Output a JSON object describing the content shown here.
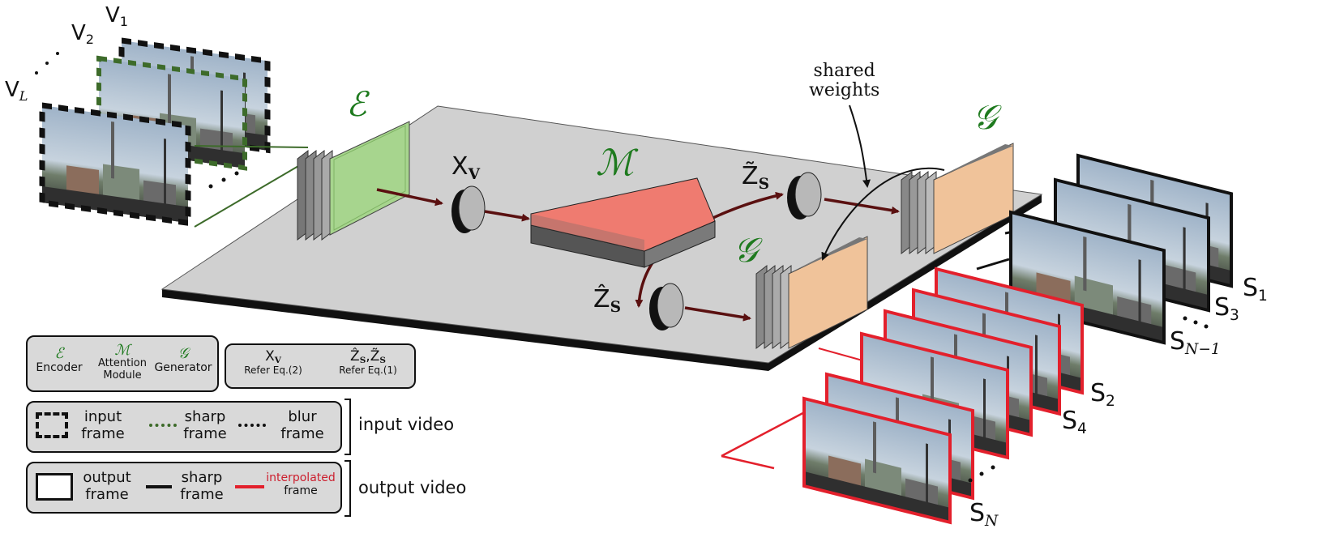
{
  "input_labels": {
    "v1": "V",
    "v1_sub": "1",
    "v2": "V",
    "v2_sub": "2",
    "vl": "V",
    "vl_sub": "L"
  },
  "modules": {
    "encoder_symbol": "ℰ",
    "attention_symbol": "ℳ",
    "generator_symbol": "𝒢"
  },
  "variables": {
    "xv": "X",
    "xv_sub": "V",
    "z_tilde": "Z̃",
    "z_tilde_sub": "S",
    "z_hat": "Ẑ",
    "z_hat_sub": "S"
  },
  "annotation": {
    "shared_line1": "shared",
    "shared_line2": "weights"
  },
  "output_labels": {
    "s1": "S",
    "s1_sub": "1",
    "s3": "S",
    "s3_sub": "3",
    "sn1": "S",
    "sn1_sub": "N−1",
    "s2": "S",
    "s2_sub": "2",
    "s4": "S",
    "s4_sub": "4",
    "sn": "S",
    "sn_sub": "N"
  },
  "legend": {
    "modules": {
      "encoder_label": "Encoder",
      "attention_label_1": "Attention",
      "attention_label_2": "Module",
      "generator_label": "Generator"
    },
    "refs": {
      "xv_ref": "Refer Eq.(2)",
      "z_pair": "Ẑ",
      "z_pair_2": "Z̃",
      "z_ref": "Refer Eq.(1)"
    },
    "input": {
      "frame_1": "input",
      "frame_2": "frame",
      "sharp_1": "sharp",
      "sharp_2": "frame",
      "blur_1": "blur",
      "blur_2": "frame",
      "group": "input video"
    },
    "output": {
      "frame_1": "output",
      "frame_2": "frame",
      "sharp_1": "sharp",
      "sharp_2": "frame",
      "interp_1": "interpolated",
      "interp_2": "frame",
      "group": "output video"
    }
  },
  "colors": {
    "platform": "#d0d0d0",
    "encoder_face": "#a7d58e",
    "attention_top": "#ef7b70",
    "generator_face": "#f0c39a",
    "arrow": "#5a1010",
    "sharp_input": "#3d6b2a",
    "interpolated": "#e3202c"
  }
}
